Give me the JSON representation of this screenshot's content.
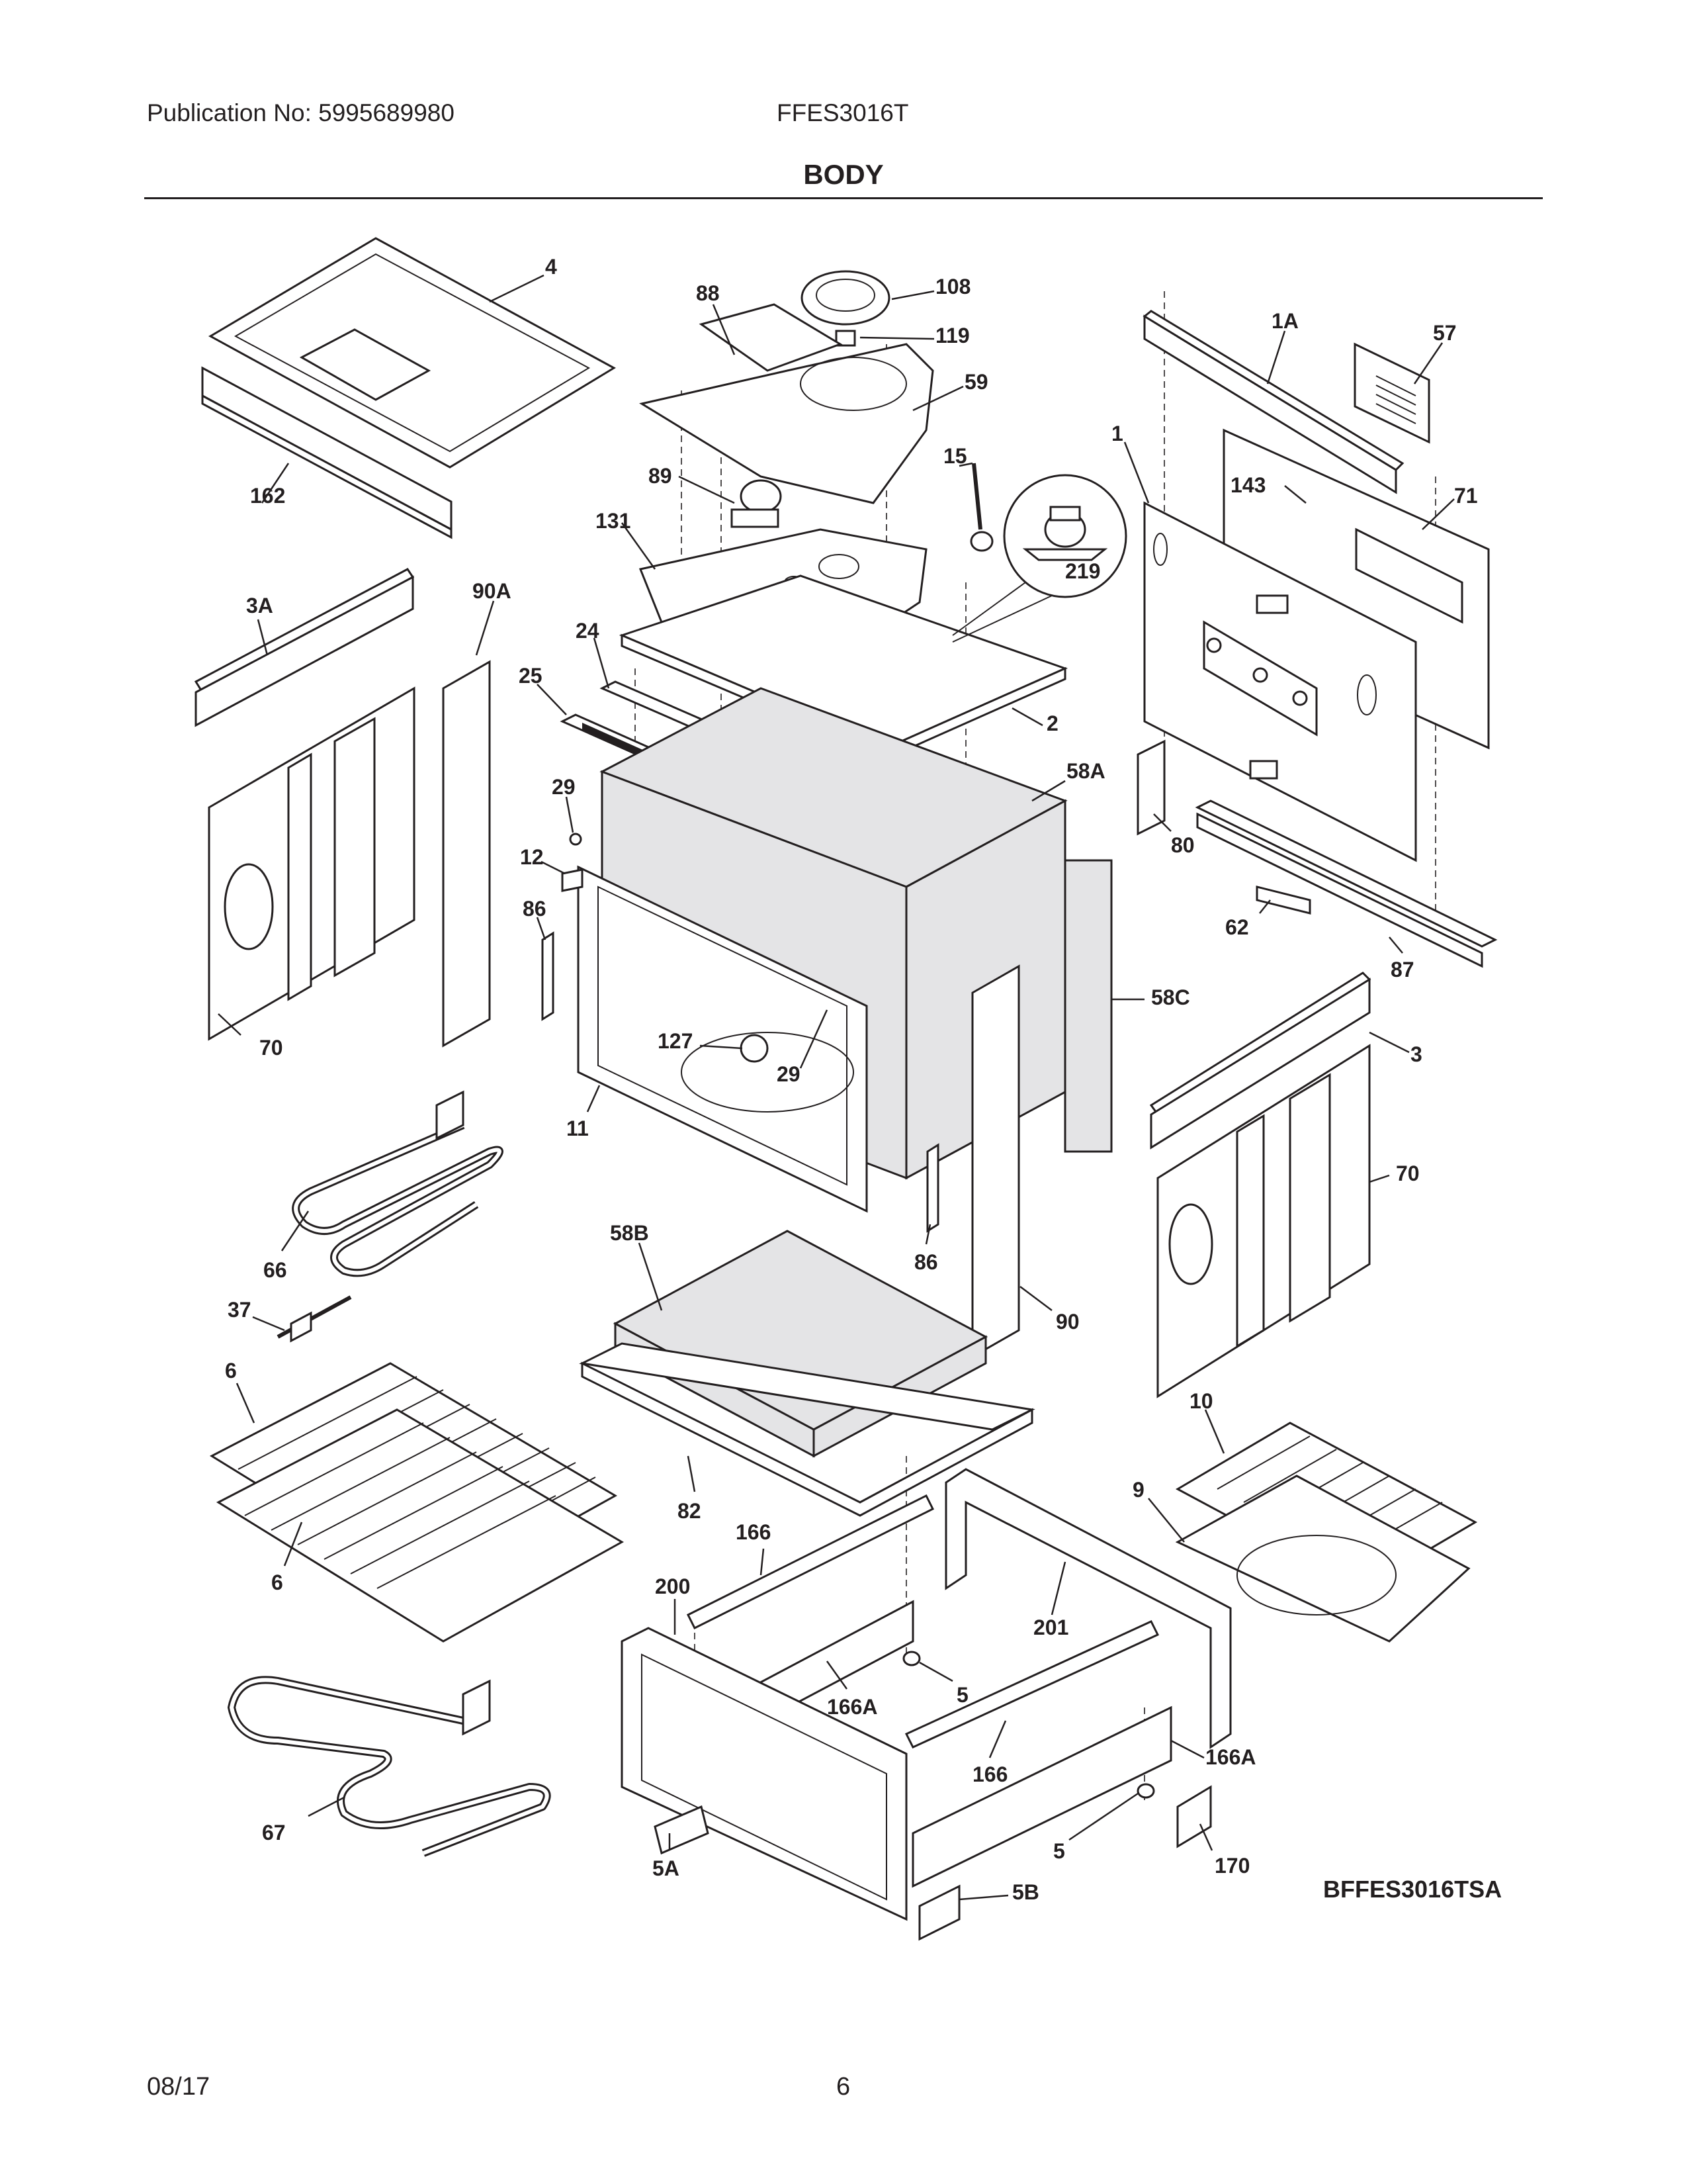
{
  "header": {
    "publication": "Publication No: 5995689980",
    "model": "FFES3016T",
    "title": "BODY"
  },
  "callouts": [
    "4",
    "88",
    "108",
    "119",
    "59",
    "1A",
    "57",
    "162",
    "15",
    "1",
    "143",
    "71",
    "89",
    "131",
    "219",
    "3A",
    "90A",
    "24",
    "25",
    "2",
    "58A",
    "29",
    "12",
    "80",
    "86",
    "62",
    "87",
    "58C",
    "127",
    "29",
    "3",
    "11",
    "70",
    "70",
    "66",
    "58B",
    "86",
    "37",
    "90",
    "6",
    "10",
    "9",
    "82",
    "166",
    "6",
    "200",
    "201",
    "5",
    "166A",
    "166",
    "166A",
    "67",
    "5",
    "170",
    "5A",
    "5B"
  ],
  "diagram_id": "BFFES3016TSA",
  "footer": {
    "date": "08/17",
    "page": "6"
  }
}
